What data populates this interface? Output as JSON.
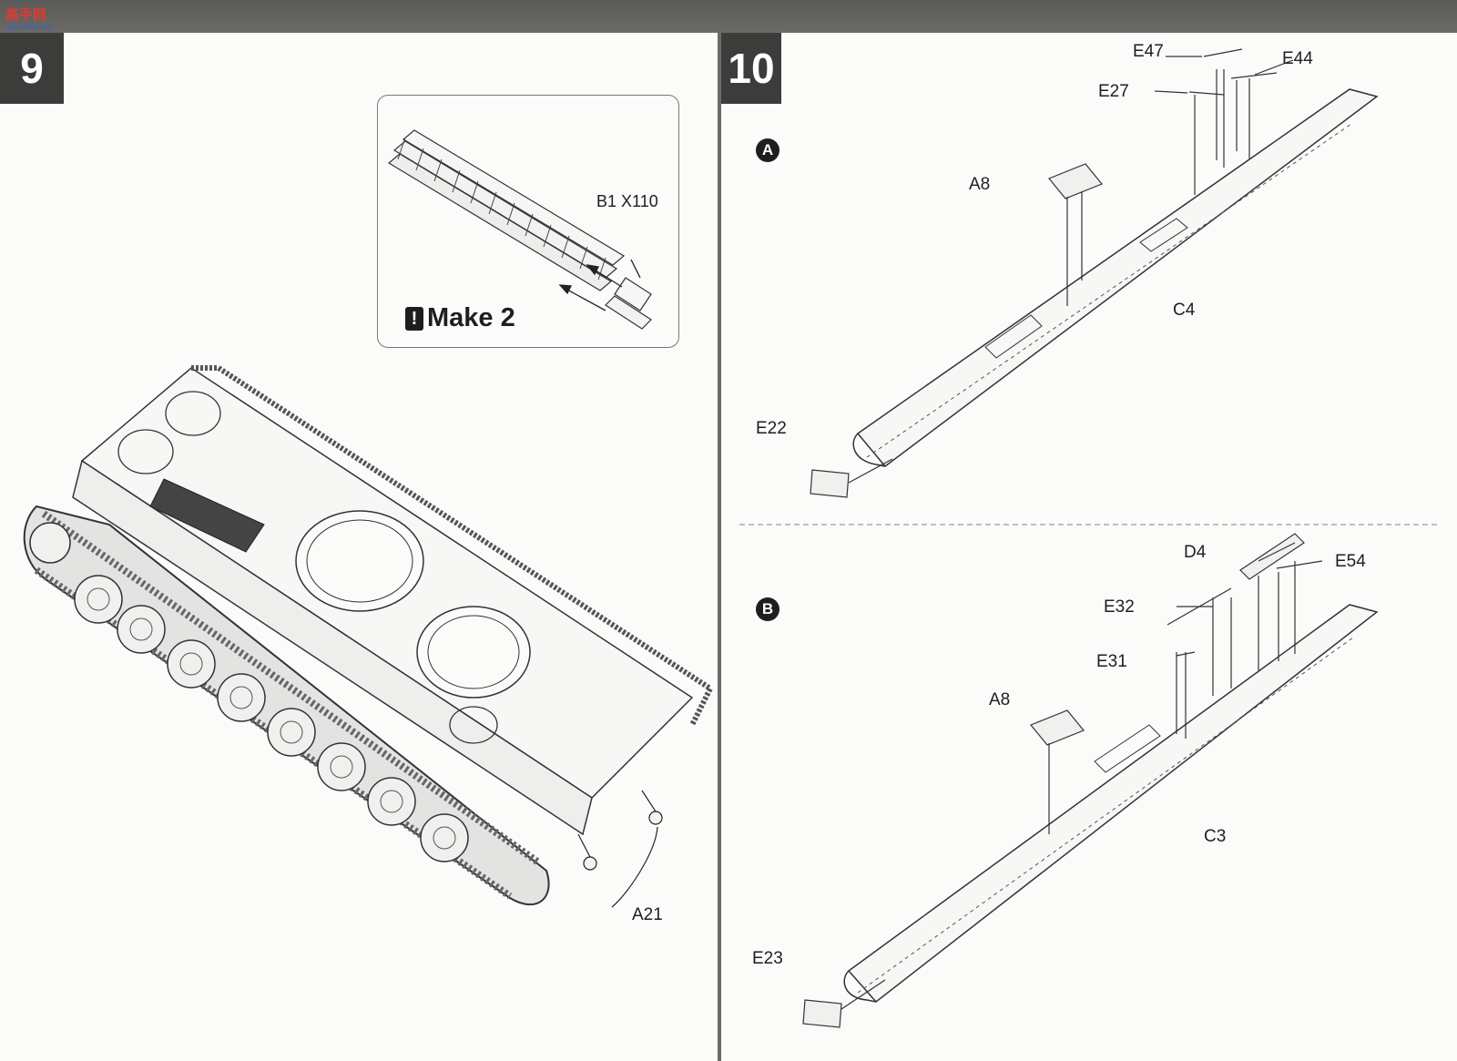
{
  "watermark": {
    "text": "高手网",
    "url": "gao-shou.com"
  },
  "step9": {
    "number": "9",
    "inset": {
      "part_label": "B1 X110",
      "make_label": "Make 2",
      "warning_glyph": "!"
    },
    "callouts": {
      "a21": "A21"
    }
  },
  "step10": {
    "number": "10",
    "sub_a": {
      "marker": "A",
      "labels": {
        "e47": "E47",
        "e44": "E44",
        "e27": "E27",
        "a8": "A8",
        "c4": "C4",
        "e22": "E22"
      }
    },
    "sub_b": {
      "marker": "B",
      "labels": {
        "d4": "D4",
        "e54": "E54",
        "e32": "E32",
        "e31": "E31",
        "a8": "A8",
        "c3": "C3",
        "e23": "E23"
      }
    }
  },
  "colors": {
    "ink": "#1e1e1e",
    "paper": "#fbfbf9",
    "step_box": "#3c3c3a",
    "watermark_red": "#e03a2f"
  }
}
